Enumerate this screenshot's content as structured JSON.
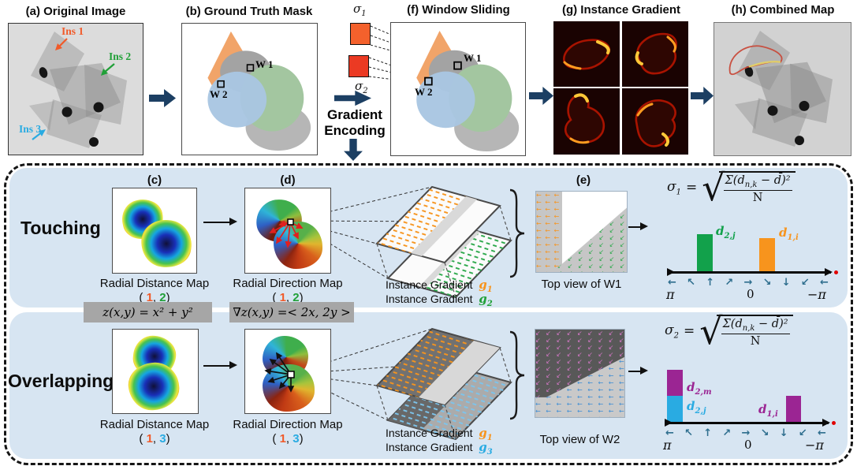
{
  "colors": {
    "navy_arrow": "#1C3F63",
    "row_background": "#D7E5F2",
    "orange": "#F15A29",
    "green": "#21A038",
    "light_blue": "#29ABE2",
    "bar_green": "#12A14B",
    "bar_orange": "#F7941D",
    "purple": "#9B2593",
    "teal_arrow": "#2E6E8E",
    "formula_box_gray": "#A6A6A6",
    "sigma1_square": "#F4612C",
    "sigma2_square": "#EB3A23"
  },
  "top": {
    "a_title": "(a) Original Image",
    "ins1": "Ins 1",
    "ins2": "Ins 2",
    "ins3": "Ins 3",
    "b_title": "(b) Ground Truth Mask",
    "w1": "W 1",
    "w2": "W 2",
    "sigma1_base": "σ",
    "sigma1_sub": "1",
    "sigma2_base": "σ",
    "sigma2_sub": "2",
    "ge_line1": "Gradient",
    "ge_line2": "Encoding",
    "f_title": "(f) Window Sliding",
    "g_title": "(g) Instance Gradient",
    "h_title": "(h) Combined Map"
  },
  "formulas": {
    "z": "z(x,y) = x² + y²",
    "grad": "∇z(x,y) =< 2x, 2y >"
  },
  "touching": {
    "row_label": "Touching",
    "c_label": "(c)",
    "d_label": "(d)",
    "e_label": "(e)",
    "distance_caption": "Radial Distance Map",
    "direction_caption": "Radial Direction Map",
    "pair_open": "( ",
    "pair_id1": "1",
    "pair_comma": ", ",
    "pair_id2": "2",
    "pair_close": ")",
    "ig_label1": "Instance Gradient",
    "g1_base": "g",
    "g1_sub": "1",
    "ig_label2": "Instance Gradient",
    "g2_base": "g",
    "g2_sub": "2",
    "top_view": "Top view of W1",
    "eq": {
      "lhs_base": "σ",
      "lhs_sub": "1",
      "equals": "=",
      "num_a": "Σ(d",
      "num_sub": "n,k",
      "num_b": " − d̄)²",
      "den": "N"
    },
    "hist": {
      "bar1_base": "d",
      "bar1_sub": "2,j",
      "bar2_base": "d",
      "bar2_sub": "1,i",
      "pi": "π",
      "zero": "0",
      "neg_pi": "−π",
      "dial": [
        "←",
        "↖",
        "↑",
        "↗",
        "→",
        "↘",
        "↓",
        "↙",
        "←"
      ]
    }
  },
  "overlapping": {
    "row_label": "Overlapping",
    "distance_caption": "Radial Distance Map",
    "direction_caption": "Radial Direction Map",
    "pair_open": "( ",
    "pair_id1": "1",
    "pair_comma": ", ",
    "pair_id2": "3",
    "pair_close": ")",
    "ig_label1": "Instance Gradient",
    "g1_base": "g",
    "g1_sub": "1",
    "ig_label2": "Instance Gradient",
    "g3_base": "g",
    "g3_sub": "3",
    "top_view": "Top view of W2",
    "eq": {
      "lhs_base": "σ",
      "lhs_sub": "2",
      "equals": "=",
      "num_a": "Σ(d",
      "num_sub": "n,k",
      "num_b": " − d̄)²",
      "den": "N"
    },
    "hist": {
      "bar1_base": "d",
      "bar1_sub": "2,m",
      "bar2_base": "d",
      "bar2_sub": "2,j",
      "bar3_base": "d",
      "bar3_sub": "1,i",
      "pi": "π",
      "zero": "0",
      "neg_pi": "−π",
      "dial": [
        "←",
        "↖",
        "↑",
        "↗",
        "→",
        "↘",
        "↓",
        "↙",
        "←"
      ]
    }
  }
}
